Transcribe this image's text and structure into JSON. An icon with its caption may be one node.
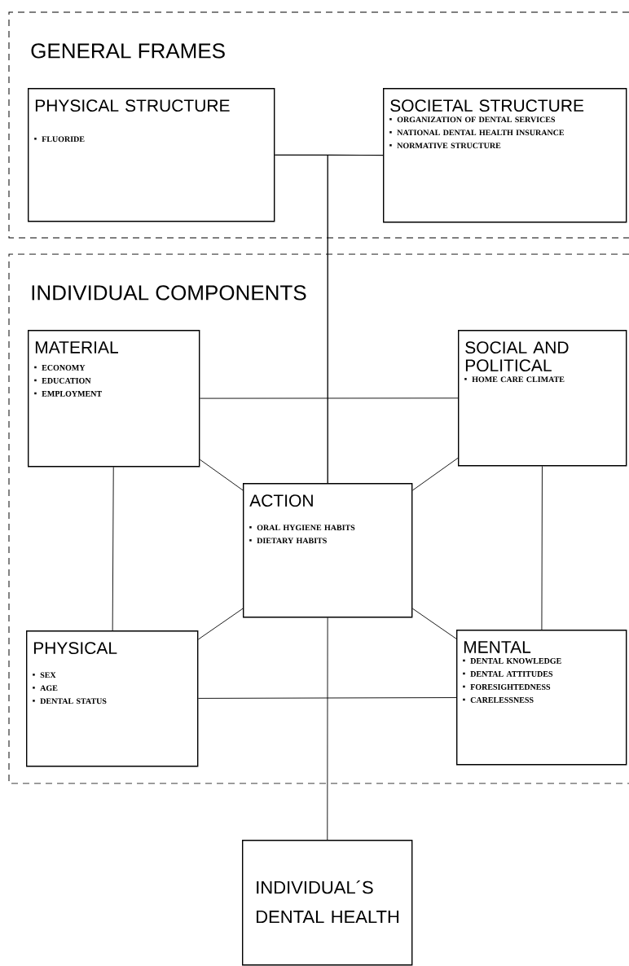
{
  "diagram": {
    "nodes": [
      {
        "text": [
          "GENERAL FRAMES"
        ]
      },
      {
        "text": [
          "PHYSICAL STRUCTURE",
          "FLUORIDE"
        ],
        "in": 0
      },
      {
        "text": [
          "SOCIETAL STRUCTURE",
          "ORGANIZATION OF DENTAL SERVICES",
          "NATIONAL DENTAL HEALTH INSURANCE",
          "NORMATIVE STRUCTURE"
        ],
        "in": 0
      },
      {
        "text": [
          "INDIVIDUAL COMPONENTS"
        ]
      },
      {
        "text": [
          "MATERIAL",
          "ECONOMY",
          "EDUCATION",
          "EMPLOYMENT"
        ],
        "in": 3
      },
      {
        "text": [
          "SOCIAL AND POLITICAL",
          "HOME CARE CLIMATE"
        ],
        "in": 3
      },
      {
        "text": [
          "ACTION",
          "ORAL HYGIENE HABITS",
          "DIETARY HABITS"
        ],
        "in": 3
      },
      {
        "text": [
          "PHYSICAL",
          "SEX",
          "AGE",
          "DENTAL STATUS"
        ],
        "in": 3
      },
      {
        "text": [
          "MENTAL",
          "DENTAL KNOWLEDGE",
          "DENTAL ATTITUDES",
          "FORESIGHTEDNESS",
          "CARELESSNESS"
        ],
        "in": 3
      },
      {
        "text": [
          "INDIVIDUAL´S DENTAL HEALTH"
        ]
      }
    ],
    "edges": [
      {
        "from": 1,
        "to": 2,
        "arrow": "none"
      },
      {
        "from": 1,
        "to": 6,
        "arrow": "none"
      },
      {
        "from": 2,
        "to": 6,
        "arrow": "none"
      },
      {
        "from": 4,
        "to": 5,
        "arrow": "none"
      },
      {
        "from": 4,
        "to": 6,
        "arrow": "none"
      },
      {
        "from": 5,
        "to": 6,
        "arrow": "none"
      },
      {
        "from": 4,
        "to": 7,
        "arrow": "none"
      },
      {
        "from": 5,
        "to": 8,
        "arrow": "none"
      },
      {
        "from": 7,
        "to": 6,
        "arrow": "none"
      },
      {
        "from": 8,
        "to": 6,
        "arrow": "none"
      },
      {
        "from": 7,
        "to": 8,
        "arrow": "none"
      },
      {
        "from": 6,
        "to": 9,
        "arrow": "none"
      }
    ]
  }
}
